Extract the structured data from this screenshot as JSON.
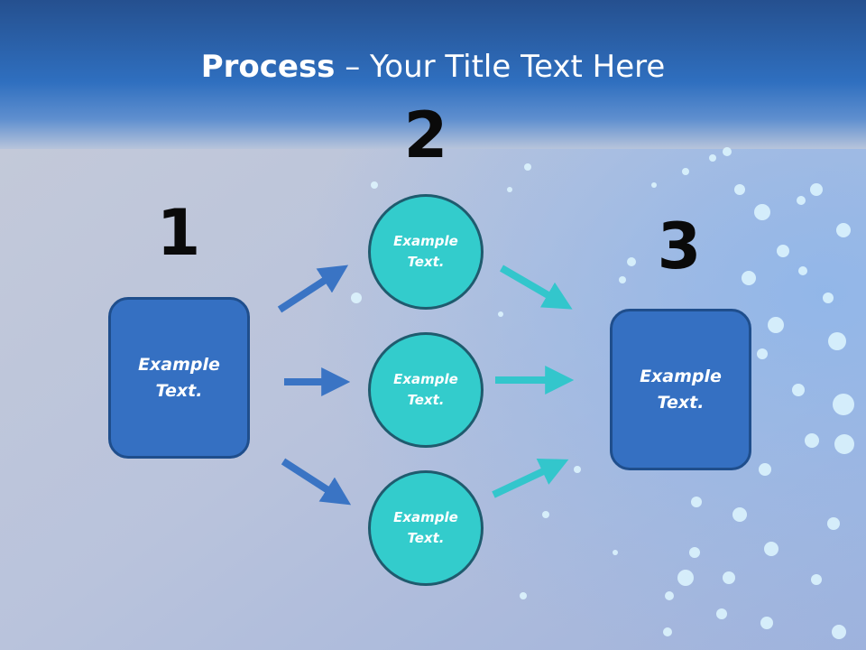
{
  "title": {
    "strong": "Process",
    "rest": " – Your Title Text Here"
  },
  "steps": {
    "one": {
      "number": "1",
      "label": "Example Text."
    },
    "two": {
      "number": "2",
      "circles": [
        {
          "label": "Example Text."
        },
        {
          "label": "Example Text."
        },
        {
          "label": "Example Text."
        }
      ]
    },
    "three": {
      "number": "3",
      "label": "Example Text."
    }
  },
  "colors": {
    "header": "#2a6ab8",
    "box_fill": "#3570c2",
    "circle_fill": "#33cccc",
    "arrow_left": "#3a74c4",
    "arrow_right": "#33c6cc"
  }
}
